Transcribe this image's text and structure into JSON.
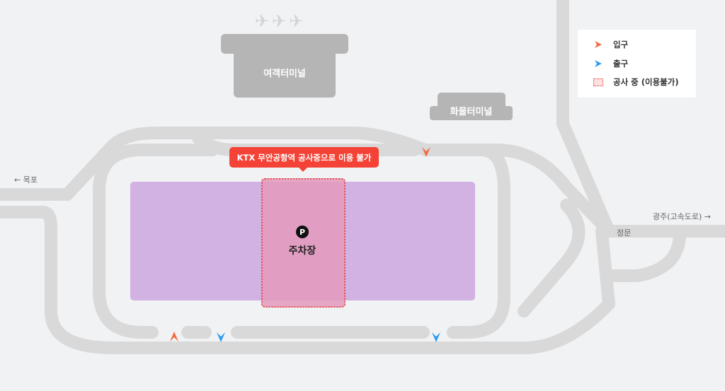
{
  "buildings": {
    "passenger_terminal": "여객터미널",
    "cargo_terminal": "화물터미널"
  },
  "parking": {
    "icon_letter": "P",
    "label": "주차장",
    "color": "#d2b2e3",
    "construction_color": "#e49bbd"
  },
  "tooltip": "KTX 무안공항역 공사중으로 이용 불가",
  "directions": {
    "mokpo": "← 목포",
    "gwangju": "광주(고속도로) →",
    "main_gate": "정문"
  },
  "legend": {
    "entrance": "입구",
    "exit": "출구",
    "construction": "공사 중 (이용불가)"
  },
  "colors": {
    "entrance": "#f26b43",
    "exit": "#2e9cf0",
    "road": "#d9d9d9",
    "construction_border": "#e53935"
  }
}
